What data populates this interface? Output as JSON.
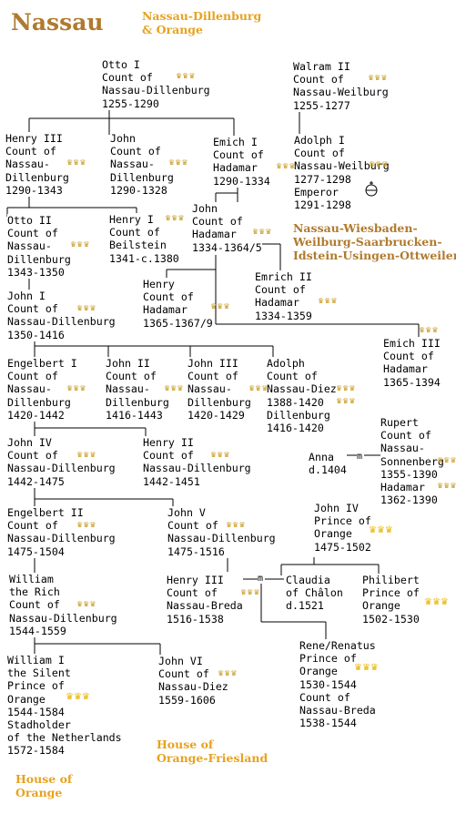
{
  "title": "Nassau",
  "headings": {
    "dillenburg": [
      "Nassau-Dillenburg",
      "& Orange"
    ],
    "wiesbaden": [
      "Nassau-Wiesbaden-",
      "Weilburg-Saarbrucken-",
      "Idstein-Usingen-Ottweiler"
    ],
    "orange_friesland": [
      "House of",
      "Orange-Friesland"
    ],
    "orange": [
      "House of",
      "Orange"
    ]
  },
  "marriage_symbol": "m",
  "people": [
    {
      "id": "otto1",
      "lines": [
        "Otto I",
        "Count of",
        "Nassau-Dillenburg",
        "1255-1290"
      ]
    },
    {
      "id": "walram2",
      "lines": [
        "Walram II",
        "Count of",
        "Nassau-Weilburg",
        "1255-1277"
      ]
    },
    {
      "id": "henry3",
      "lines": [
        "Henry III",
        "Count of",
        "Nassau-",
        "Dillenburg",
        "1290-1343"
      ]
    },
    {
      "id": "john",
      "lines": [
        "John",
        "Count of",
        "Nassau-",
        "Dillenburg",
        "1290-1328"
      ]
    },
    {
      "id": "emich1",
      "lines": [
        "Emich I",
        "Count of",
        "Hadamar",
        "1290-1334"
      ]
    },
    {
      "id": "adolph1",
      "lines": [
        "Adolph I",
        "Count of",
        "Nassau-Weilburg",
        "1277-1298",
        "Emperor",
        "1291-1298"
      ]
    },
    {
      "id": "otto2",
      "lines": [
        "Otto II",
        "Count of",
        "Nassau-",
        "Dillenburg",
        "1343-1350"
      ]
    },
    {
      "id": "henry1",
      "lines": [
        "Henry I",
        "Count of",
        "Beilstein",
        "1341-c.1380"
      ]
    },
    {
      "id": "john_hadamar",
      "lines": [
        "John",
        "Count of",
        "Hadamar",
        "1334-1364/5"
      ]
    },
    {
      "id": "emrich2",
      "lines": [
        "Emrich II",
        "Count of",
        "Hadamar",
        "1334-1359"
      ]
    },
    {
      "id": "henry_hadamar",
      "lines": [
        "Henry",
        "Count of",
        "Hadamar",
        "1365-1367/9"
      ]
    },
    {
      "id": "john1",
      "lines": [
        "John I",
        "Count of",
        "Nassau-Dillenburg",
        "1350-1416"
      ]
    },
    {
      "id": "emich3",
      "lines": [
        "Emich III",
        "Count of",
        "Hadamar",
        "1365-1394"
      ]
    },
    {
      "id": "engelbert1",
      "lines": [
        "Engelbert I",
        "Count of",
        "Nassau-",
        "Dillenburg",
        "1420-1442"
      ]
    },
    {
      "id": "john2",
      "lines": [
        "John II",
        "Count of",
        "Nassau-",
        "Dillenburg",
        "1416-1443"
      ]
    },
    {
      "id": "john3",
      "lines": [
        "John III",
        "Count of",
        "Nassau-",
        "Dillenburg",
        "1420-1429"
      ]
    },
    {
      "id": "adolph",
      "lines": [
        "Adolph",
        "Count of",
        "Nassau-Diez",
        "1388-1420",
        "Dillenburg",
        "1416-1420"
      ]
    },
    {
      "id": "rupert",
      "lines": [
        "Rupert",
        "Count of",
        "Nassau-",
        "Sonnenberg",
        "1355-1390",
        "Hadamar",
        "1362-1390"
      ]
    },
    {
      "id": "anna",
      "lines": [
        "Anna",
        "d.1404"
      ]
    },
    {
      "id": "john4",
      "lines": [
        "John IV",
        "Count of",
        "Nassau-Dillenburg",
        "1442-1475"
      ]
    },
    {
      "id": "henry2",
      "lines": [
        "Henry II",
        "Count of",
        "Nassau-Dillenburg",
        "1442-1451"
      ]
    },
    {
      "id": "john4_orange",
      "lines": [
        "John IV",
        "Prince of",
        "Orange",
        "1475-1502"
      ]
    },
    {
      "id": "engelbert2",
      "lines": [
        "Engelbert II",
        "Count of",
        "Nassau-Dillenburg",
        "1475-1504"
      ]
    },
    {
      "id": "john5",
      "lines": [
        "John V",
        "Count of",
        "Nassau-Dillenburg",
        "1475-1516"
      ]
    },
    {
      "id": "william_rich",
      "lines": [
        "William",
        "the Rich",
        "Count of",
        "Nassau-Dillenburg",
        "1544-1559"
      ]
    },
    {
      "id": "henry3_breda",
      "lines": [
        "Henry III",
        "Count of",
        "Nassau-Breda",
        "1516-1538"
      ]
    },
    {
      "id": "claudia",
      "lines": [
        "Claudia",
        "of Châlon",
        "d.1521"
      ]
    },
    {
      "id": "philibert",
      "lines": [
        "Philibert",
        "Prince of",
        "Orange",
        "1502-1530"
      ]
    },
    {
      "id": "rene",
      "lines": [
        "Rene/Renatus",
        "Prince of",
        "Orange",
        "1530-1544",
        "Count of",
        "Nassau-Breda",
        "1538-1544"
      ]
    },
    {
      "id": "william1",
      "lines": [
        "William I",
        "the Silent",
        "Prince of",
        "Orange",
        "1544-1584",
        "Stadholder",
        "of the Netherlands",
        "1572-1584"
      ]
    },
    {
      "id": "john6",
      "lines": [
        "John VI",
        "Count of",
        "Nassau-Diez",
        "1559-1606"
      ]
    }
  ],
  "icons": {
    "count_crown": "crown-icon",
    "prince_crown": "princely-crown-icon",
    "emperor_orb": "imperial-orb-icon"
  },
  "colors": {
    "heading_gold": "#e7a21f",
    "title_brown": "#b07a2e",
    "crown_gold": "#c89a1e",
    "line": "#000000"
  }
}
